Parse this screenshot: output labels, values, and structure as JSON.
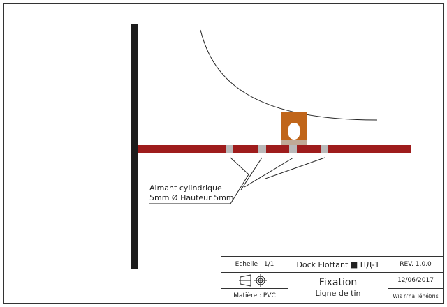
{
  "callout": {
    "line1": "Aimant cylindrique",
    "line2": "5mm Ø Hauteur 5mm"
  },
  "title_block": {
    "scale": "Echelle : 1/1",
    "project": "Dock Flottant ■ ПД-1",
    "revision": "REV. 1.0.0",
    "title": "Fixation",
    "subtitle": "Ligne de tin",
    "date": "12/06/2017",
    "material": "Matière : PVC",
    "author": "Wis n'ha Ténébris",
    "projection_symbol": "third-angle-projection-icon",
    "target_symbol": "crosshair-target-icon"
  },
  "colors": {
    "post": "#1c1c1c",
    "rail": "#9e1c1c",
    "magnet_slot": "#b9b9b9",
    "bracket": "#c0651a",
    "line": "#222222"
  }
}
